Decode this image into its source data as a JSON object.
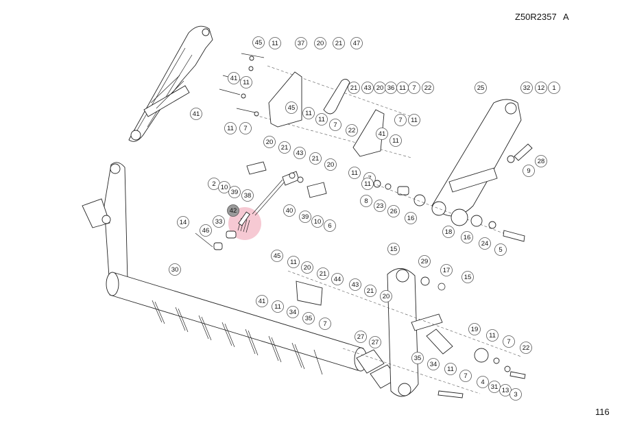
{
  "header": {
    "code": "Z50R2357",
    "revision": "A"
  },
  "page": {
    "number": "116"
  },
  "highlight": {
    "callout": "42",
    "color": "#f6c9d3"
  },
  "callouts": [
    "45",
    "11",
    "37",
    "20",
    "21",
    "47",
    "41",
    "11",
    "21",
    "43",
    "20",
    "36",
    "11",
    "7",
    "22",
    "41",
    "45",
    "11",
    "11",
    "7",
    "22",
    "11",
    "7",
    "41",
    "11",
    "11",
    "7",
    "11",
    "11",
    "7",
    "25",
    "32",
    "12",
    "1",
    "28",
    "9",
    "20",
    "21",
    "43",
    "21",
    "20",
    "2",
    "10",
    "39",
    "38",
    "42",
    "40",
    "39",
    "10",
    "6",
    "8",
    "23",
    "26",
    "16",
    "18",
    "16",
    "24",
    "5",
    "14",
    "33",
    "46",
    "15",
    "29",
    "17",
    "15",
    "45",
    "11",
    "20",
    "21",
    "44",
    "43",
    "21",
    "20",
    "41",
    "11",
    "34",
    "30",
    "35",
    "7",
    "27",
    "27",
    "19",
    "11",
    "7",
    "22",
    "35",
    "34",
    "11",
    "7",
    "4",
    "31",
    "13",
    "3"
  ]
}
